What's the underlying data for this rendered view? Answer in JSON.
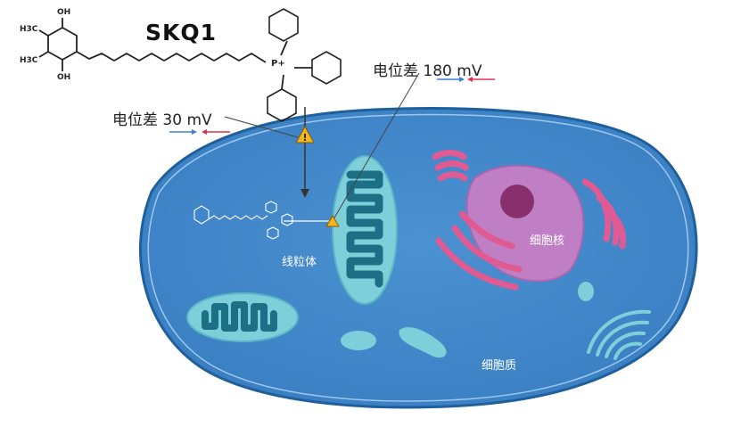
{
  "title": "SKQ1",
  "molecule": {
    "oh_top": "OH",
    "oh_bottom": "OH",
    "h3c_1": "H3C",
    "h3c_2": "H3C",
    "phosphorus": "P+"
  },
  "potentials": {
    "outer_label": "电位差",
    "outer_value": "30 mV",
    "inner_label": "电位差",
    "inner_value": "180 mV"
  },
  "labels": {
    "mitochondrion": "线粒体",
    "nucleus": "细胞核",
    "cytoplasm": "细胞质"
  },
  "colors": {
    "cell_fill": "#3f86c8",
    "cell_edge": "#1f5f9c",
    "mito_fill": "#7fcfda",
    "mito_crista": "#1d6f86",
    "nucleus": "#c07fc4",
    "nucleolus": "#8a2f6e",
    "er": "#e05a94",
    "arrow_blue": "#3b7fd6",
    "arrow_red": "#e0304a",
    "warning": "#f2b51c"
  }
}
